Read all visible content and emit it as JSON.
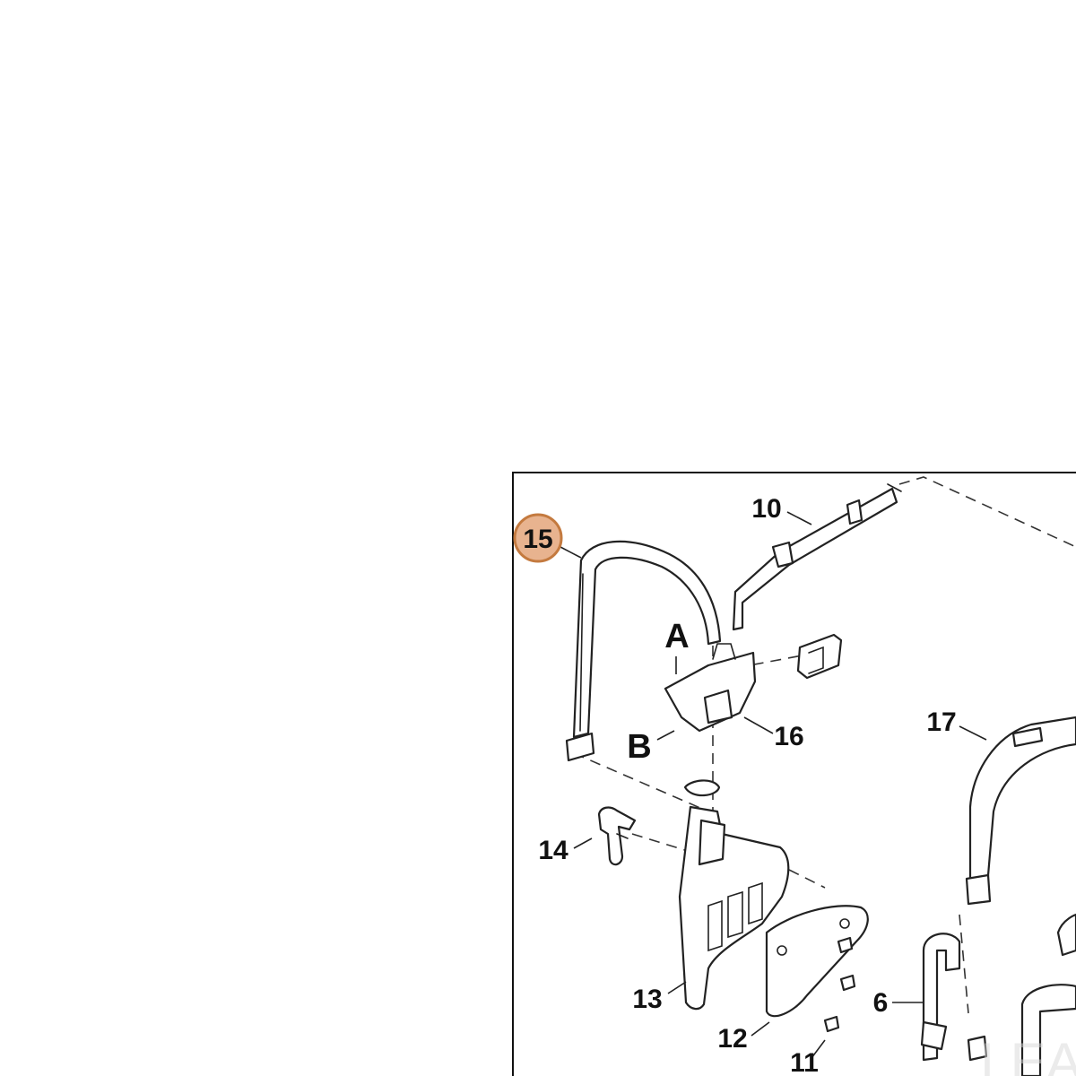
{
  "diagram": {
    "highlight": {
      "label": "15",
      "fill": "#e8b38f",
      "stroke": "#c47a3f"
    },
    "letters": {
      "a": "A",
      "b": "B"
    },
    "labels": {
      "p6": "6",
      "p10": "10",
      "p11": "11",
      "p12": "12",
      "p13": "13",
      "p14": "14",
      "p16": "16",
      "p17": "17"
    },
    "watermark": "LEA"
  }
}
